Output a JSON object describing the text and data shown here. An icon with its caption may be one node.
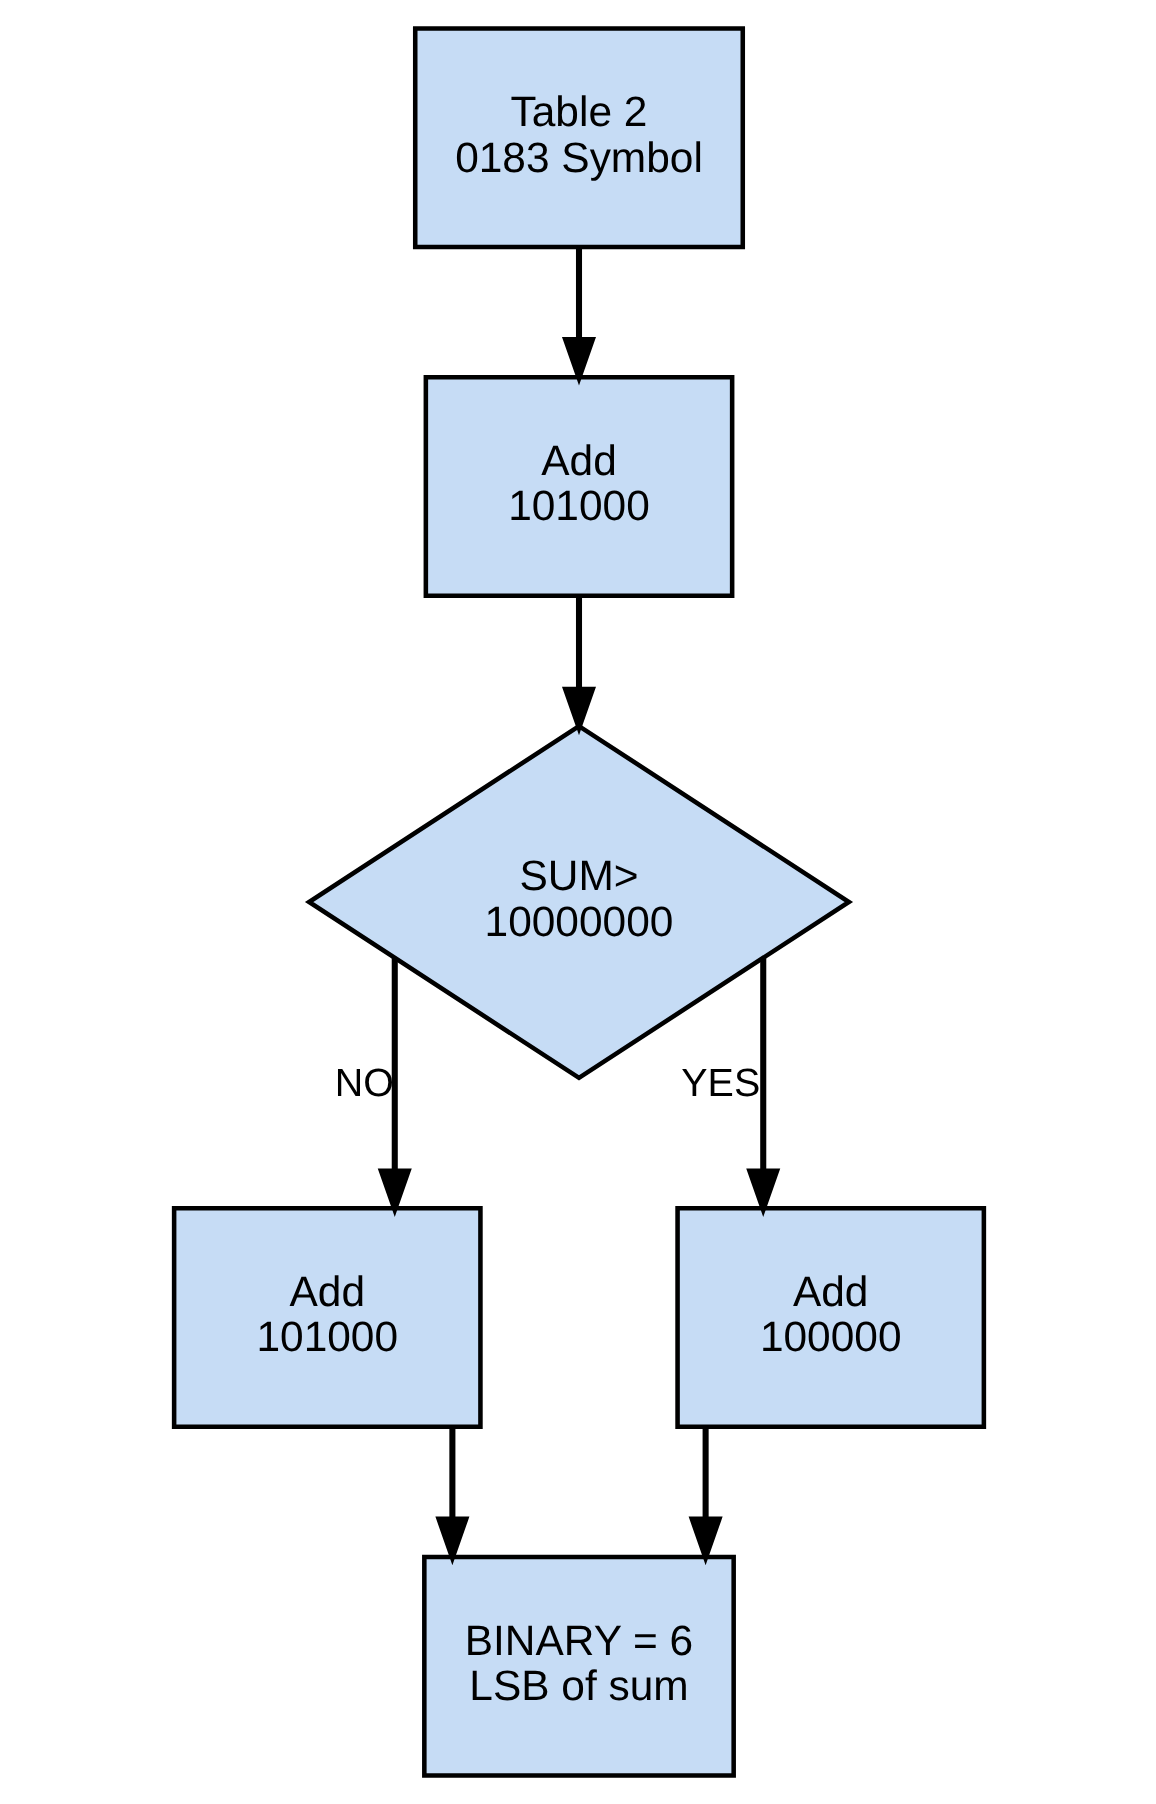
{
  "diagram": {
    "nodes": [
      {
        "text": [
          "Table 2 0183 Symbol"
        ]
      },
      {
        "text": [
          "Add 101000"
        ]
      },
      {
        "text": [
          "SUM> 10000000"
        ]
      },
      {
        "text": [
          "Add 101000"
        ]
      },
      {
        "text": [
          "Add 100000"
        ]
      },
      {
        "text": [
          "BINARY = 6 LSB of sum"
        ]
      }
    ],
    "edges": [
      {
        "from": 0,
        "to": 1,
        "arrow": "to"
      },
      {
        "from": 1,
        "to": 2,
        "arrow": "to"
      },
      {
        "from": 2,
        "to": 3,
        "arrow": "to",
        "label": "NO"
      },
      {
        "from": 2,
        "to": 4,
        "arrow": "to",
        "label": "YES"
      },
      {
        "from": 3,
        "to": 5,
        "arrow": "to"
      },
      {
        "from": 4,
        "to": 5,
        "arrow": "to"
      }
    ]
  }
}
